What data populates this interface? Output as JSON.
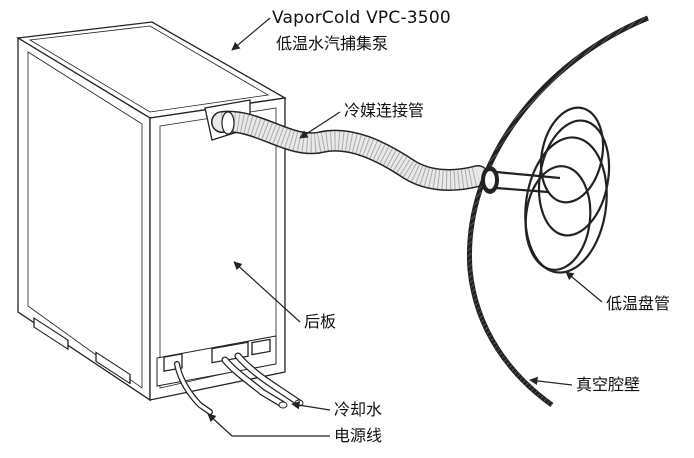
{
  "labels": {
    "product_name": "VaporCold VPC-3500",
    "product_subtitle": "低温水汽捕集泵",
    "refrigerant_line": "冷媒连接管",
    "back_panel": "后板",
    "cryo_coil": "低温盘管",
    "chamber_wall": "真空腔壁",
    "cooling_water": "冷却水",
    "power_cord": "电源线"
  },
  "colors": {
    "line": "#222222",
    "hose_fill": "#e9e9e9",
    "chamber_hatch": "#9a9a9a"
  }
}
